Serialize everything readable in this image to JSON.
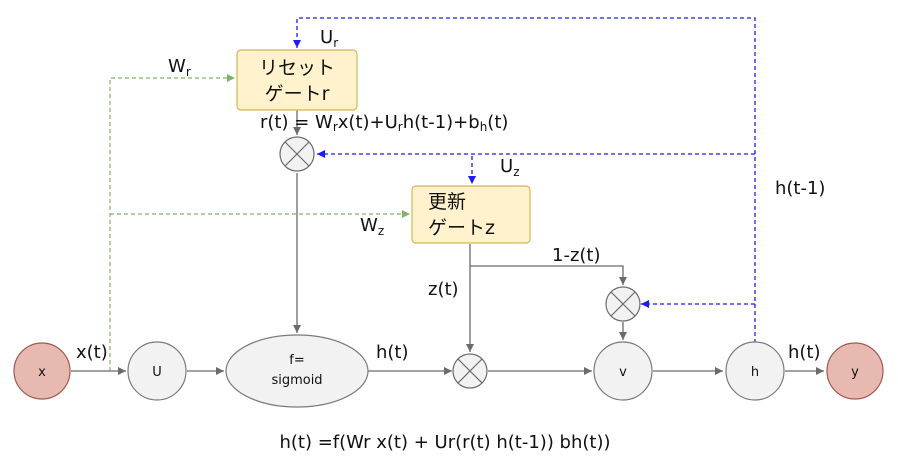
{
  "nodes": {
    "x": "x",
    "u": "U",
    "f_line1": "f=",
    "f_line2": "sigmoid",
    "v": "v",
    "h": "h",
    "y": "y"
  },
  "gates": {
    "reset_line1": "リセット",
    "reset_line2": "ゲートr",
    "update_line1": "更新",
    "update_line2": "ゲートz"
  },
  "labels": {
    "w_r": "W",
    "w_r_sub": "r",
    "u_r": "U",
    "u_r_sub": "r",
    "w_z": "W",
    "w_z_sub": "z",
    "u_z": "U",
    "u_z_sub": "z",
    "x_t": "x(t)",
    "h_t_mid": "h(t)",
    "h_t_out": "h(t)",
    "h_t_1": "h(t-1)",
    "z_t": "z(t)",
    "one_minus_z": "1-z(t)"
  },
  "equations": {
    "reset_eq_p1": "r(t) = W",
    "reset_eq_s1": "r",
    "reset_eq_p2": "x(t)+U",
    "reset_eq_s2": "r",
    "reset_eq_p3": "h(t-1)+b",
    "reset_eq_s3": "h",
    "reset_eq_p4": "(t)",
    "bottom": "h(t) =f(Wr x(t) + Ur(r(t) h(t-1)) bh(t))"
  },
  "colors": {
    "solid_line": "#6b6b6b",
    "w_dashed": "#82b366",
    "u_dashed": "#1a1aff",
    "io_fill": "#e8b9b0",
    "node_fill": "#f2f2f2",
    "gate_fill": "#fff2cc",
    "gate_stroke": "#d6b656"
  }
}
